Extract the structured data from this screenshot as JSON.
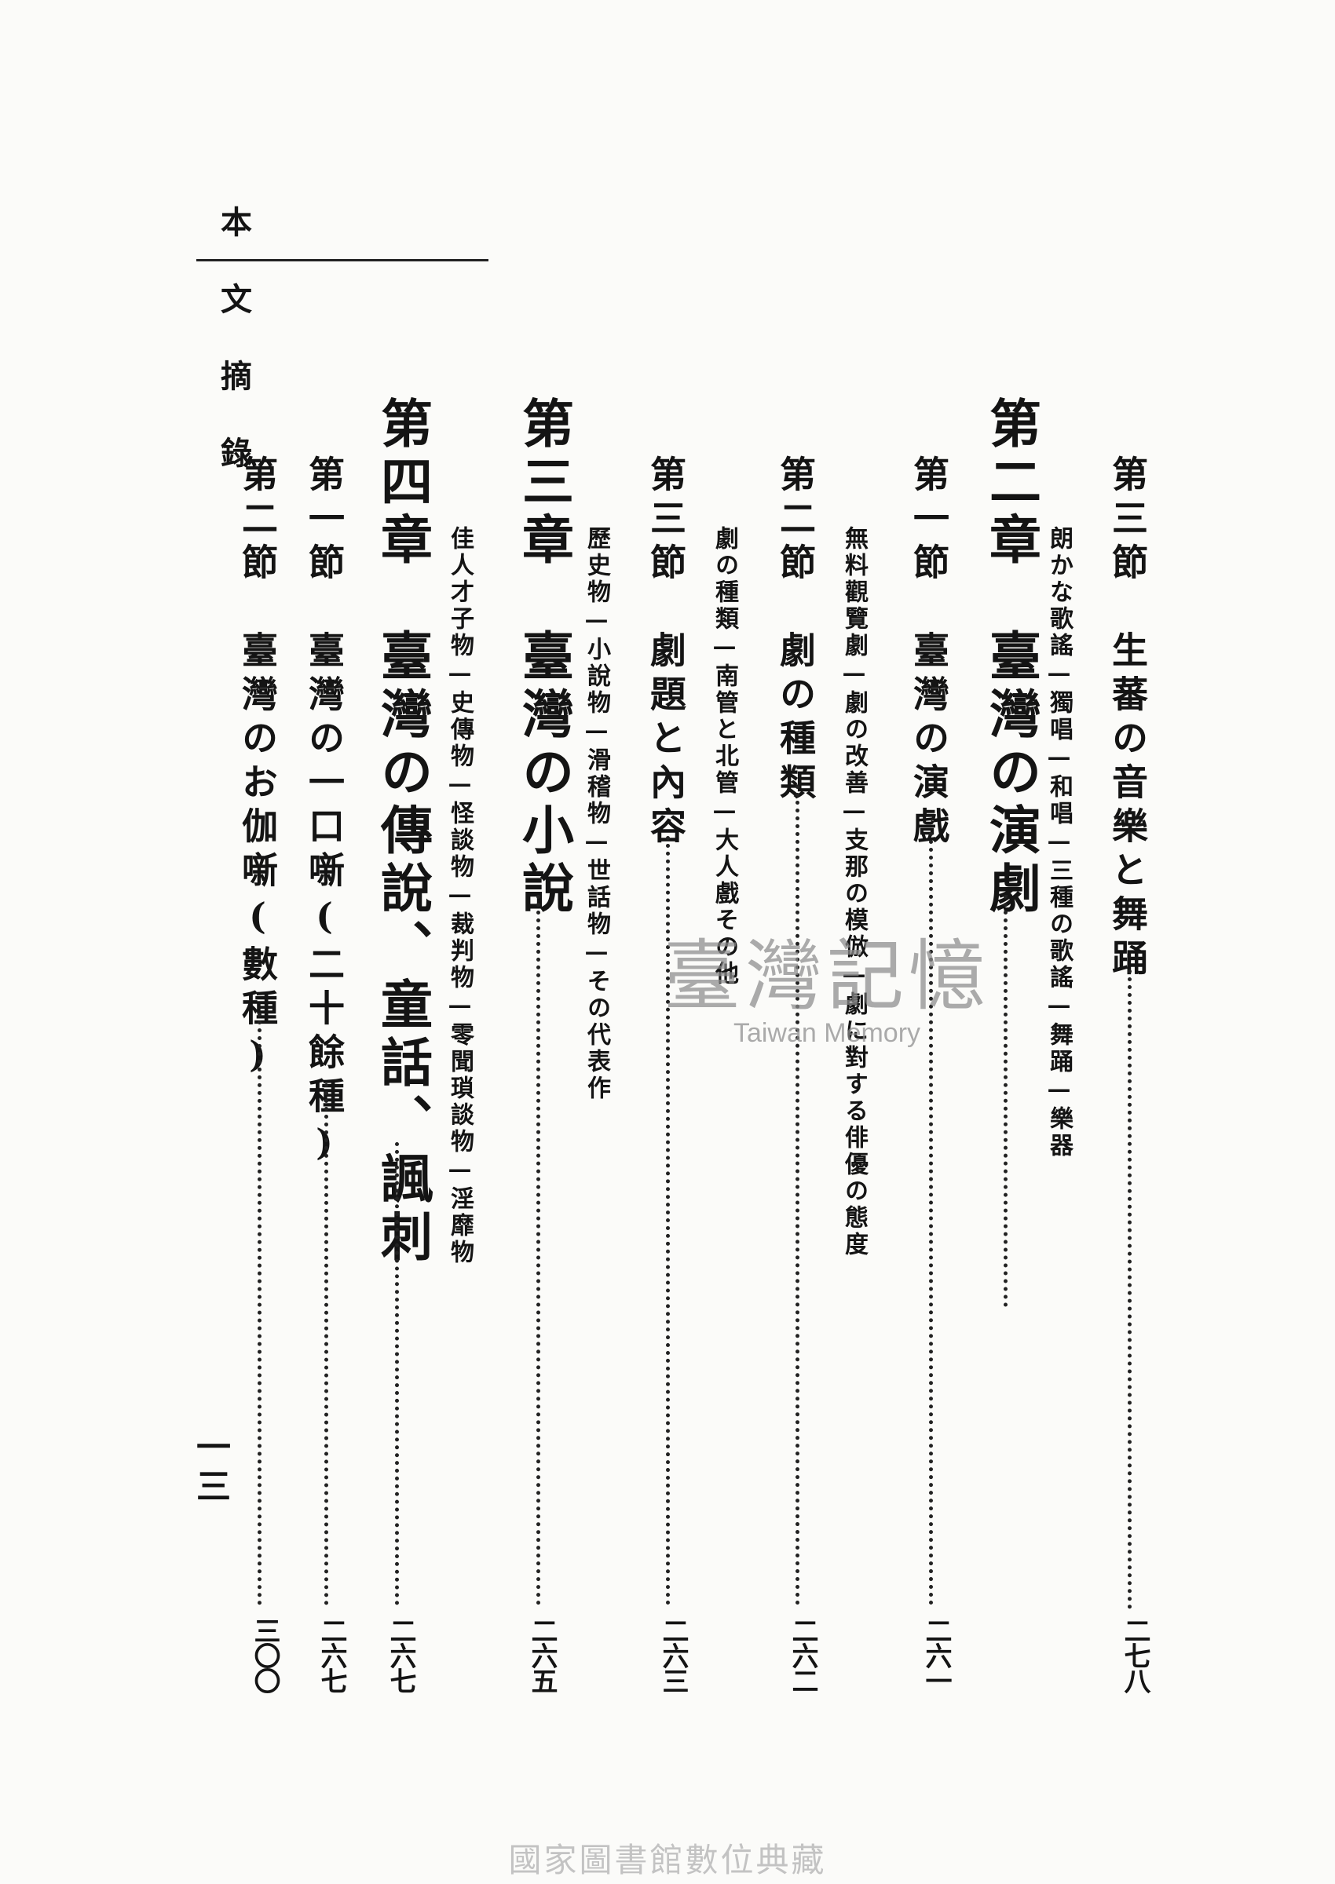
{
  "header": {
    "running_title": "本文摘錄"
  },
  "toc": [
    {
      "title": "第三節　生蕃の音樂と舞踊",
      "page": "二七八"
    },
    {
      "subtitle": "朗かな歌謠—獨唱—和唱—三種の歌謠—舞踊—樂器"
    },
    {
      "title": "第二章　臺灣の演劇"
    },
    {
      "title": "第一節　臺灣の演戲",
      "page": "二六一"
    },
    {
      "subtitle": "無料觀覽劇—劇の改善—支那の模倣—劇に對する俳優の態度"
    },
    {
      "title": "第二節　劇の種類",
      "page": "二六二"
    },
    {
      "subtitle": "劇の種類—南管と北管—大人戲その他"
    },
    {
      "title": "第三節　劇題と內容",
      "page": "二六三"
    },
    {
      "subtitle": "歷史物—小說物—滑稽物—世話物—その代表作"
    },
    {
      "title": "第三章　臺灣の小說",
      "page": "二六五"
    },
    {
      "subtitle": "佳人才子物—史傳物—怪談物—裁判物—零聞瑣談物—淫靡物"
    },
    {
      "title": "第四章　臺灣の傳說、童話、諷刺",
      "page": "二六七"
    },
    {
      "title": "第一節　臺灣の一口噺(二十餘種)",
      "page": "二六七"
    },
    {
      "title": "第二節　臺灣のお伽噺(數種)",
      "page": "三〇〇"
    }
  ],
  "folio": "一三",
  "watermark": {
    "logo_text": "臺灣記憶",
    "latin": "Taiwan Memory"
  },
  "footer": "國家圖書館數位典藏"
}
